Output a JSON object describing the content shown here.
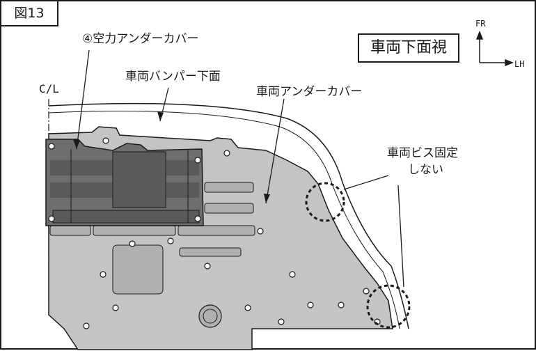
{
  "figure_label": "図13",
  "view_label": "車両下面視",
  "orientation": {
    "forward": "FR",
    "left": "LH"
  },
  "centerline_label": "C/L",
  "callouts": {
    "aero_under_cover": "④空力アンダーカバー",
    "bumper_lower": "車両バンパー下面",
    "vehicle_under_cover": "車両アンダーカバー",
    "screw_not_fixed_line1": "車両ビス固定",
    "screw_not_fixed_line2": "しない"
  },
  "colors": {
    "line": "#1a1a1a",
    "vehicle_cover_fill": "#c4c4c4",
    "aero_cover_fill": "#6e6e6e",
    "aero_cover_dark": "#4a4a4a"
  }
}
